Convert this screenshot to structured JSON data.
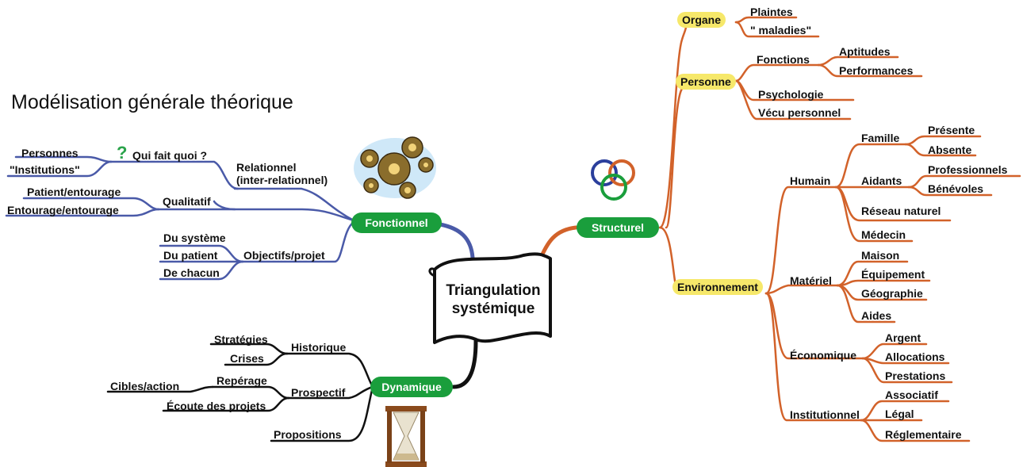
{
  "title": "Modélisation générale théorique",
  "center": {
    "line1": "Triangulation",
    "line2": "systémique"
  },
  "fonctionnel": {
    "label": "Fonctionnel",
    "relationnel": {
      "line1": "Relationnel",
      "line2": "(inter-relationnel)"
    },
    "qui_fait_quoi": "Qui fait quoi ?",
    "question_mark": "?",
    "personnes": "Personnes",
    "institutions": "\"Institutions\"",
    "qualitatif": "Qualitatif",
    "patient_entourage": "Patient/entourage",
    "entourage_entourage": "Entourage/entourage",
    "objectifs": "Objectifs/projet",
    "du_systeme": "Du système",
    "du_patient": "Du patient",
    "de_chacun": "De chacun"
  },
  "dynamique": {
    "label": "Dynamique",
    "historique": "Historique",
    "strategies": "Stratégies",
    "crises": "Crises",
    "prospectif": "Prospectif",
    "reperage": "Repérage",
    "cibles": "Cibles/action",
    "ecoute": "Écoute des projets",
    "propositions": "Propositions"
  },
  "structurel": {
    "label": "Structurel",
    "organe": "Organe",
    "plaintes": "Plaintes",
    "maladies": "\" maladies\"",
    "personne": "Personne",
    "fonctions": "Fonctions",
    "aptitudes": "Aptitudes",
    "performances": "Performances",
    "psychologie": "Psychologie",
    "vecu": "Vécu personnel",
    "environnement": "Environnement",
    "humain": "Humain",
    "famille": "Famille",
    "presente": "Présente",
    "absente": "Absente",
    "aidants": "Aidants",
    "professionnels": "Professionnels",
    "benevoles": "Bénévoles",
    "reseau": "Réseau naturel",
    "medecin": "Médecin",
    "materiel": "Matériel",
    "maison": "Maison",
    "equipement": "Équipement",
    "geographie": "Géographie",
    "aides": "Aides",
    "economique": "Économique",
    "argent": "Argent",
    "allocations": "Allocations",
    "prestations": "Prestations",
    "institutionnel": "Institutionnel",
    "associatif": "Associatif",
    "legal": "Légal",
    "reglementaire": "Réglementaire"
  },
  "colors": {
    "blue": "#4a5aa8",
    "black": "#111111",
    "orange": "#d2622a",
    "green": "#1a9e3c",
    "yellow": "#f6e86a"
  },
  "icons": [
    "gears-icon",
    "hourglass-icon",
    "rings-icon"
  ]
}
